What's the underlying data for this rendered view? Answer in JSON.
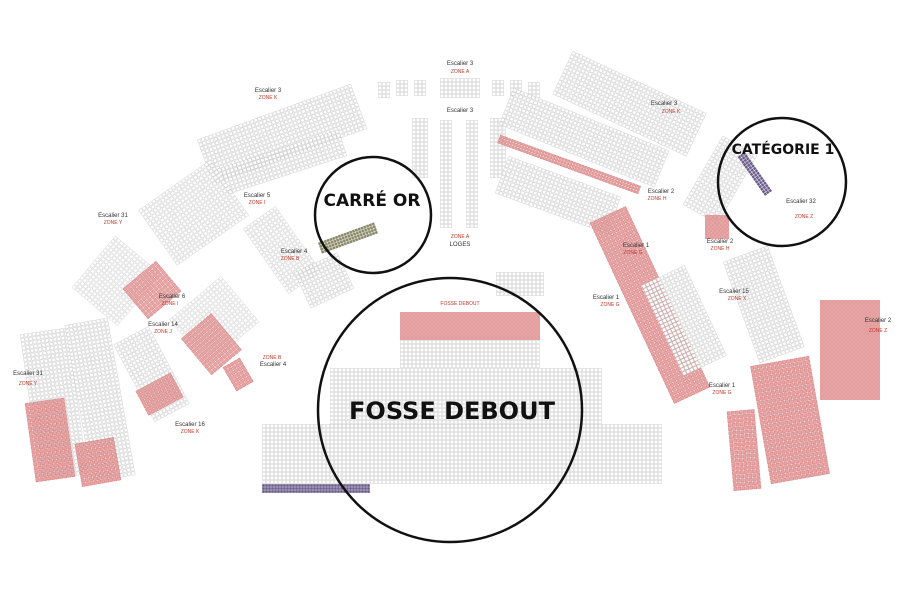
{
  "colors": {
    "seat_grey": "#dcdcdc",
    "seat_grey_stroke": "#c4c4c4",
    "seat_red": "#e8a4a4",
    "seat_red_stroke": "#d06d6d",
    "seat_purple": "#6b5b8a",
    "seat_olive": "#8a8a6a",
    "label": "#333333",
    "zone": "#c0392b",
    "circle": "#111111"
  },
  "callouts": {
    "fosse": "FOSSE DEBOUT",
    "carre": "CARRÉ OR",
    "categorie": "CATÉGORIE 1"
  },
  "labels": {
    "escalier_3_top": "Escalier 3",
    "zone_a_top": "ZONE A",
    "escalier_3_center": "Escalier 3",
    "zone_a_loges": "ZONE A",
    "loges": "LOGES",
    "escalier_3_left": "Escalier 3",
    "zone_k_left": "ZONE K",
    "escalier_3_right": "Escalier 3",
    "zone_k_right": "ZONE K",
    "escalier_5": "Escalier 5",
    "zone_i_5": "ZONE I",
    "escalier_4_upper": "Escalier 4",
    "zone_b_upper": "ZONE B",
    "escalier_31_upper": "Escalier 31",
    "zone_y_upper": "ZONE Y",
    "escalier_6": "Escalier 6",
    "zone_i_6": "ZONE I",
    "escalier_14": "Escalier 14",
    "zone_j": "ZONE J",
    "zone_b_lower": "ZONE B",
    "escalier_4_lower": "Escalier 4",
    "escalier_31_lower": "Escalier 31",
    "zone_y_lower": "ZONE Y",
    "escalier_16": "Escalier 16",
    "zone_k_16": "ZONE K",
    "fosse_debout_small": "FOSSE DEBOUT",
    "escalier_2_upper": "Escalier 2",
    "zone_h_upper": "ZONE H",
    "escalier_32": "Escalier 32",
    "zone_z_32": "ZONE Z",
    "escalier_1_upper": "Escalier 1",
    "zone_g_upper": "ZONE G",
    "escalier_2_lower": "Escalier 2",
    "zone_h_lower": "ZONE H",
    "escalier_1_mid": "Escalier 1",
    "zone_g_mid": "ZONE G",
    "escalier_15": "Escalier 15",
    "zone_x": "ZONE X",
    "escalier_1_lower": "Escalier 1",
    "zone_g_lower": "ZONE G",
    "escalier_2_far": "Escalier 2",
    "zone_z_far": "ZONE Z"
  }
}
